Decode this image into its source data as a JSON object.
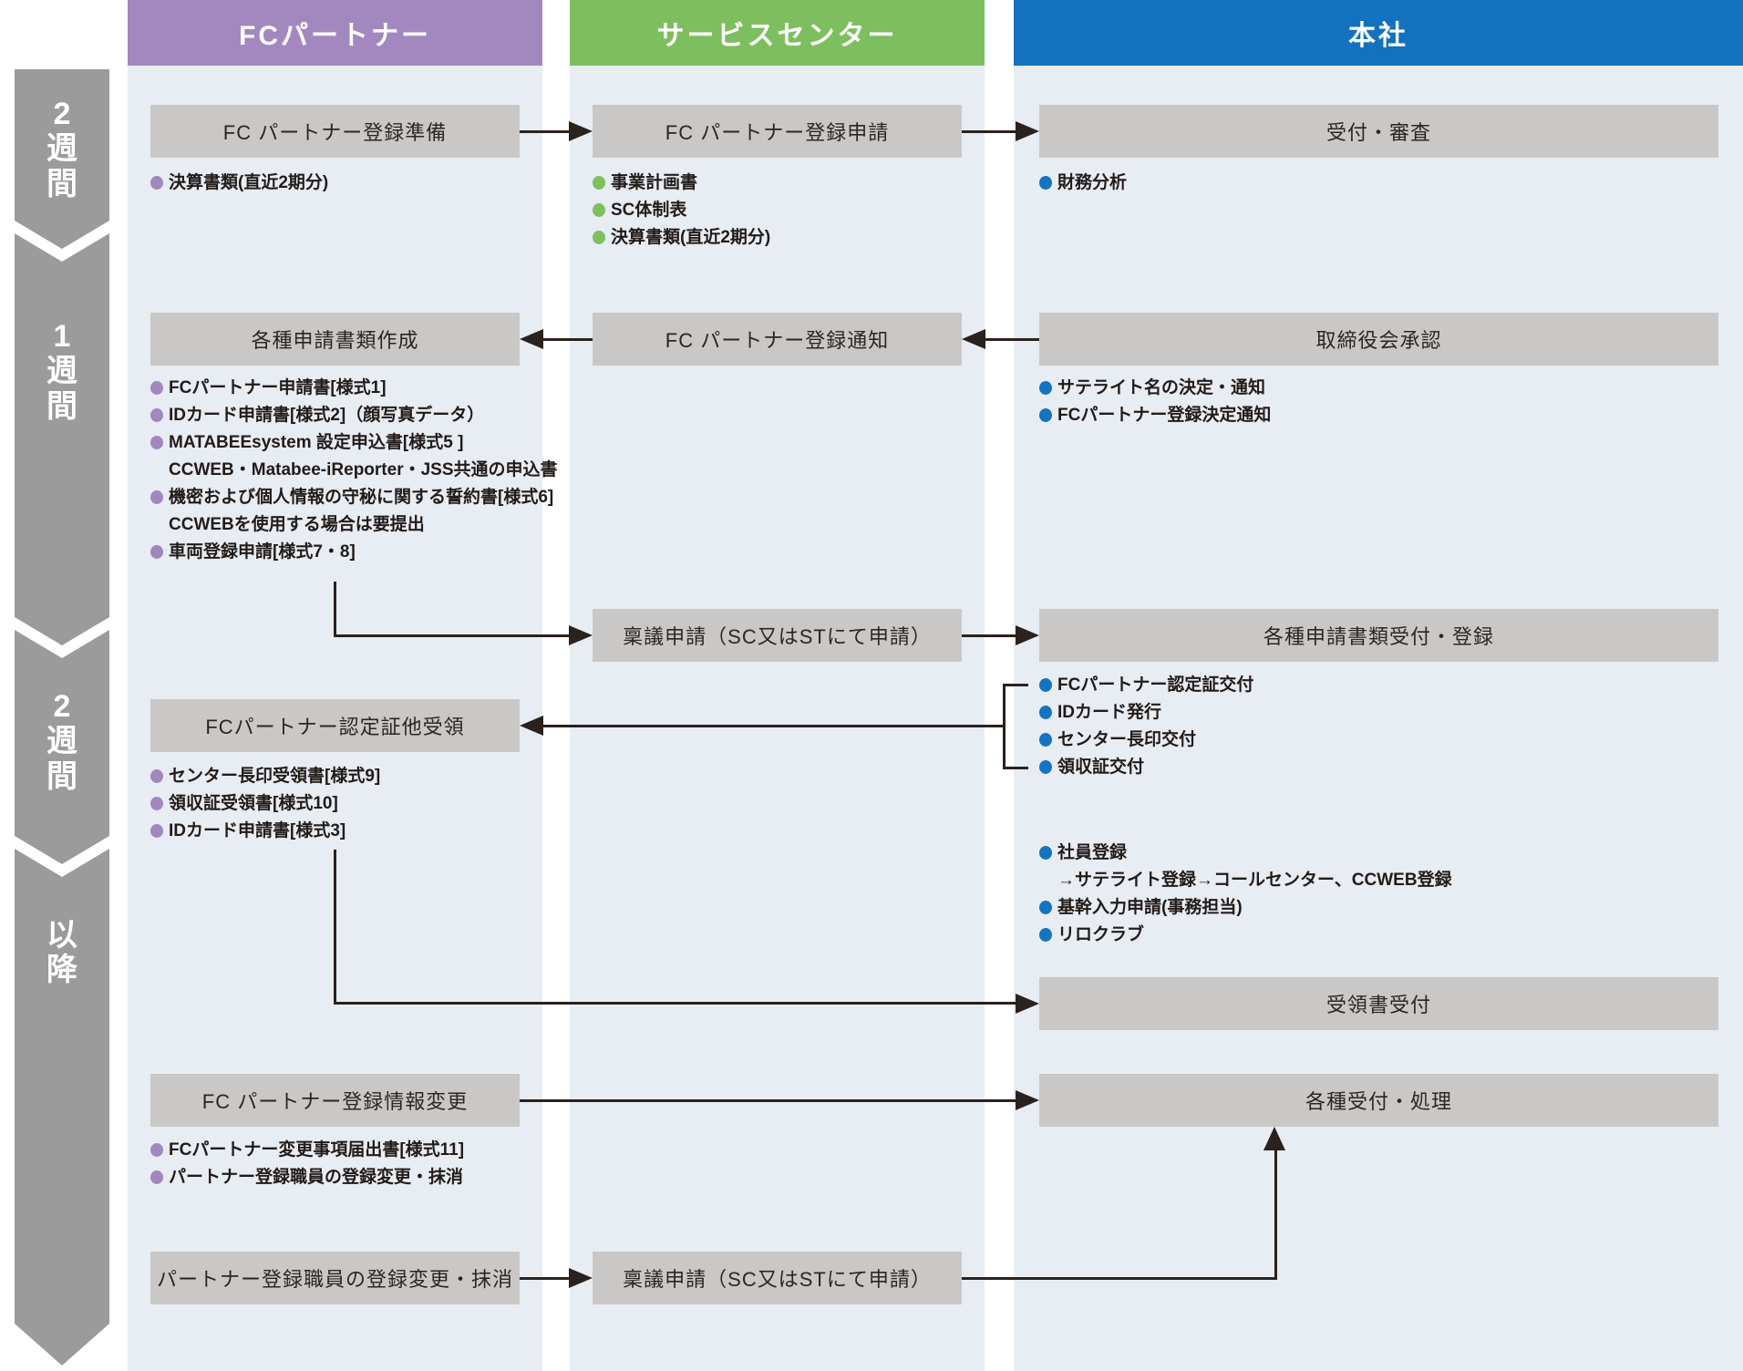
{
  "header": {
    "columns": [
      {
        "label": "FCパートナー"
      },
      {
        "label": "サービスセンター"
      },
      {
        "label": "本社"
      }
    ]
  },
  "timeline": {
    "segments": [
      {
        "label": "2週間"
      },
      {
        "label": "1週間"
      },
      {
        "label": "2週間"
      },
      {
        "label": "以降"
      }
    ]
  },
  "boxes": {
    "fc_prep": "FC パートナー登録準備",
    "fc_apply": "FC パートナー登録申請",
    "review": "受付・審査",
    "docs_create": "各種申請書類作成",
    "fc_notice": "FC パートナー登録通知",
    "board_approval": "取締役会承認",
    "ringi1": "稟議申請（SC又はSTにて申請）",
    "docs_accept": "各種申請書類受付・登録",
    "cert_receive": "FCパートナー認定証他受領",
    "receipt_accept": "受領書受付",
    "info_change": "FC パートナー登録情報変更",
    "various_accept": "各種受付・処理",
    "staff_change": "パートナー登録職員の登録変更・抹消",
    "ringi2": "稟議申請（SC又はSTにて申請）"
  },
  "lists": {
    "prep_docs": {
      "items": [
        {
          "text": "決算書類(直近2期分)"
        }
      ]
    },
    "apply_docs": {
      "items": [
        {
          "text": "事業計画書"
        },
        {
          "text": "SC体制表"
        },
        {
          "text": "決算書類(直近2期分)"
        }
      ]
    },
    "review_docs": {
      "items": [
        {
          "text": "財務分析"
        }
      ]
    },
    "create_docs": {
      "items": [
        {
          "text": "FCパートナー申請書[様式1]"
        },
        {
          "text": "IDカード申請書[様式2]（顔写真データ）"
        },
        {
          "text": "MATABEEsystem 設定申込書[様式5 ]"
        },
        {
          "text": "CCWEB・Matabee-iReporter・JSS共通の申込書",
          "indent": true
        },
        {
          "text": "機密および個人情報の守秘に関する誓約書[様式6]"
        },
        {
          "text": "CCWEBを使用する場合は要提出",
          "indent": true
        },
        {
          "text": "車両登録申請[様式7・8]"
        }
      ]
    },
    "board_docs": {
      "items": [
        {
          "text": "サテライト名の決定・通知"
        },
        {
          "text": "FCパートナー登録決定通知"
        }
      ]
    },
    "issue_docs": {
      "items": [
        {
          "text": "FCパートナー認定証交付"
        },
        {
          "text": "IDカード発行"
        },
        {
          "text": "センター長印交付"
        },
        {
          "text": "領収証交付"
        }
      ]
    },
    "staff_reg": {
      "items": [
        {
          "text": "社員登録"
        },
        {
          "text": "→サテライト登録→コールセンター、CCWEB登録",
          "indent": true
        },
        {
          "text": "基幹入力申請(事務担当)"
        },
        {
          "text": "リロクラブ"
        }
      ]
    },
    "receive_docs": {
      "items": [
        {
          "text": "センター長印受領書[様式9]"
        },
        {
          "text": "領収証受領書[様式10]"
        },
        {
          "text": "IDカード申請書[様式3]"
        }
      ]
    },
    "change_docs": {
      "items": [
        {
          "text": "FCパートナー変更事項届出書[様式11]"
        },
        {
          "text": "パートナー登録職員の登録変更・抹消"
        }
      ]
    }
  },
  "colors": {
    "fc_partner": "#a388bf",
    "service_center": "#7dbf5f",
    "head_office": "#1272bf",
    "process_box": "#c9c8c6",
    "column_bg": "#e8ecf3",
    "timeline": "#9b9b9b",
    "arrow": "#2b211d"
  }
}
